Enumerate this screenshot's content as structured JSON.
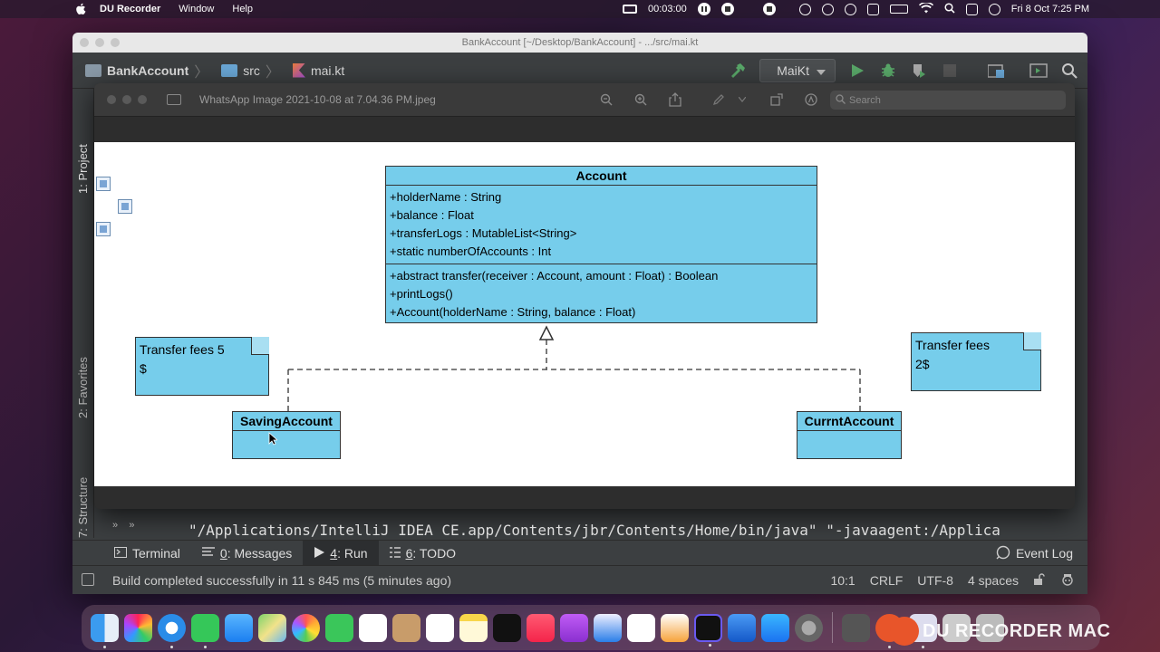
{
  "menubar": {
    "app_name": "DU Recorder",
    "menus": [
      "Window",
      "Help"
    ],
    "timer": "00:03:00",
    "datetime": "Fri 8 Oct  7:25 PM"
  },
  "ide": {
    "window_title": "BankAccount [~/Desktop/BankAccount] - .../src/mai.kt",
    "breadcrumb": [
      "BankAccount",
      "src",
      "mai.kt"
    ],
    "run_config": "MaiKt",
    "side_tabs": {
      "project": "1: Project",
      "favorites": "2: Favorites",
      "structure": "7: Structure"
    },
    "run_output": "\"/Applications/IntelliJ IDEA CE.app/Contents/jbr/Contents/Home/bin/java\" \"-javaagent:/Applica",
    "tool_tabs": {
      "terminal": "Terminal",
      "messages_key": "0",
      "messages": ": Messages",
      "run_key": "4",
      "run": ": Run",
      "todo_key": "6",
      "todo": ": TODO",
      "event_log": "Event Log"
    },
    "status": {
      "message": "Build completed successfully in 11 s 845 ms (5 minutes ago)",
      "position": "10:1",
      "line_sep": "CRLF",
      "encoding": "UTF-8",
      "indent": "4 spaces"
    }
  },
  "preview": {
    "title": "WhatsApp Image 2021-10-08 at 7.04.36 PM.jpeg",
    "search_placeholder": "Search"
  },
  "uml": {
    "account": {
      "name": "Account",
      "attributes": [
        "+holderName : String",
        "+balance : Float",
        "+transferLogs : MutableList<String>",
        "+static numberOfAccounts : Int"
      ],
      "methods": [
        "+abstract transfer(receiver : Account, amount : Float) : Boolean",
        "+printLogs()",
        "+Account(holderName : String, balance : Float)"
      ]
    },
    "saving": {
      "name": "SavingAccount"
    },
    "current": {
      "name": "CurrntAccount"
    },
    "note_left": {
      "line1": "Transfer fees 5",
      "line2": "$"
    },
    "note_right": {
      "line1": "Transfer fees",
      "line2": "2$"
    },
    "colors": {
      "fill": "#76cdeb",
      "stroke": "#333333"
    }
  },
  "watermark": "DU RECORDER MAC"
}
